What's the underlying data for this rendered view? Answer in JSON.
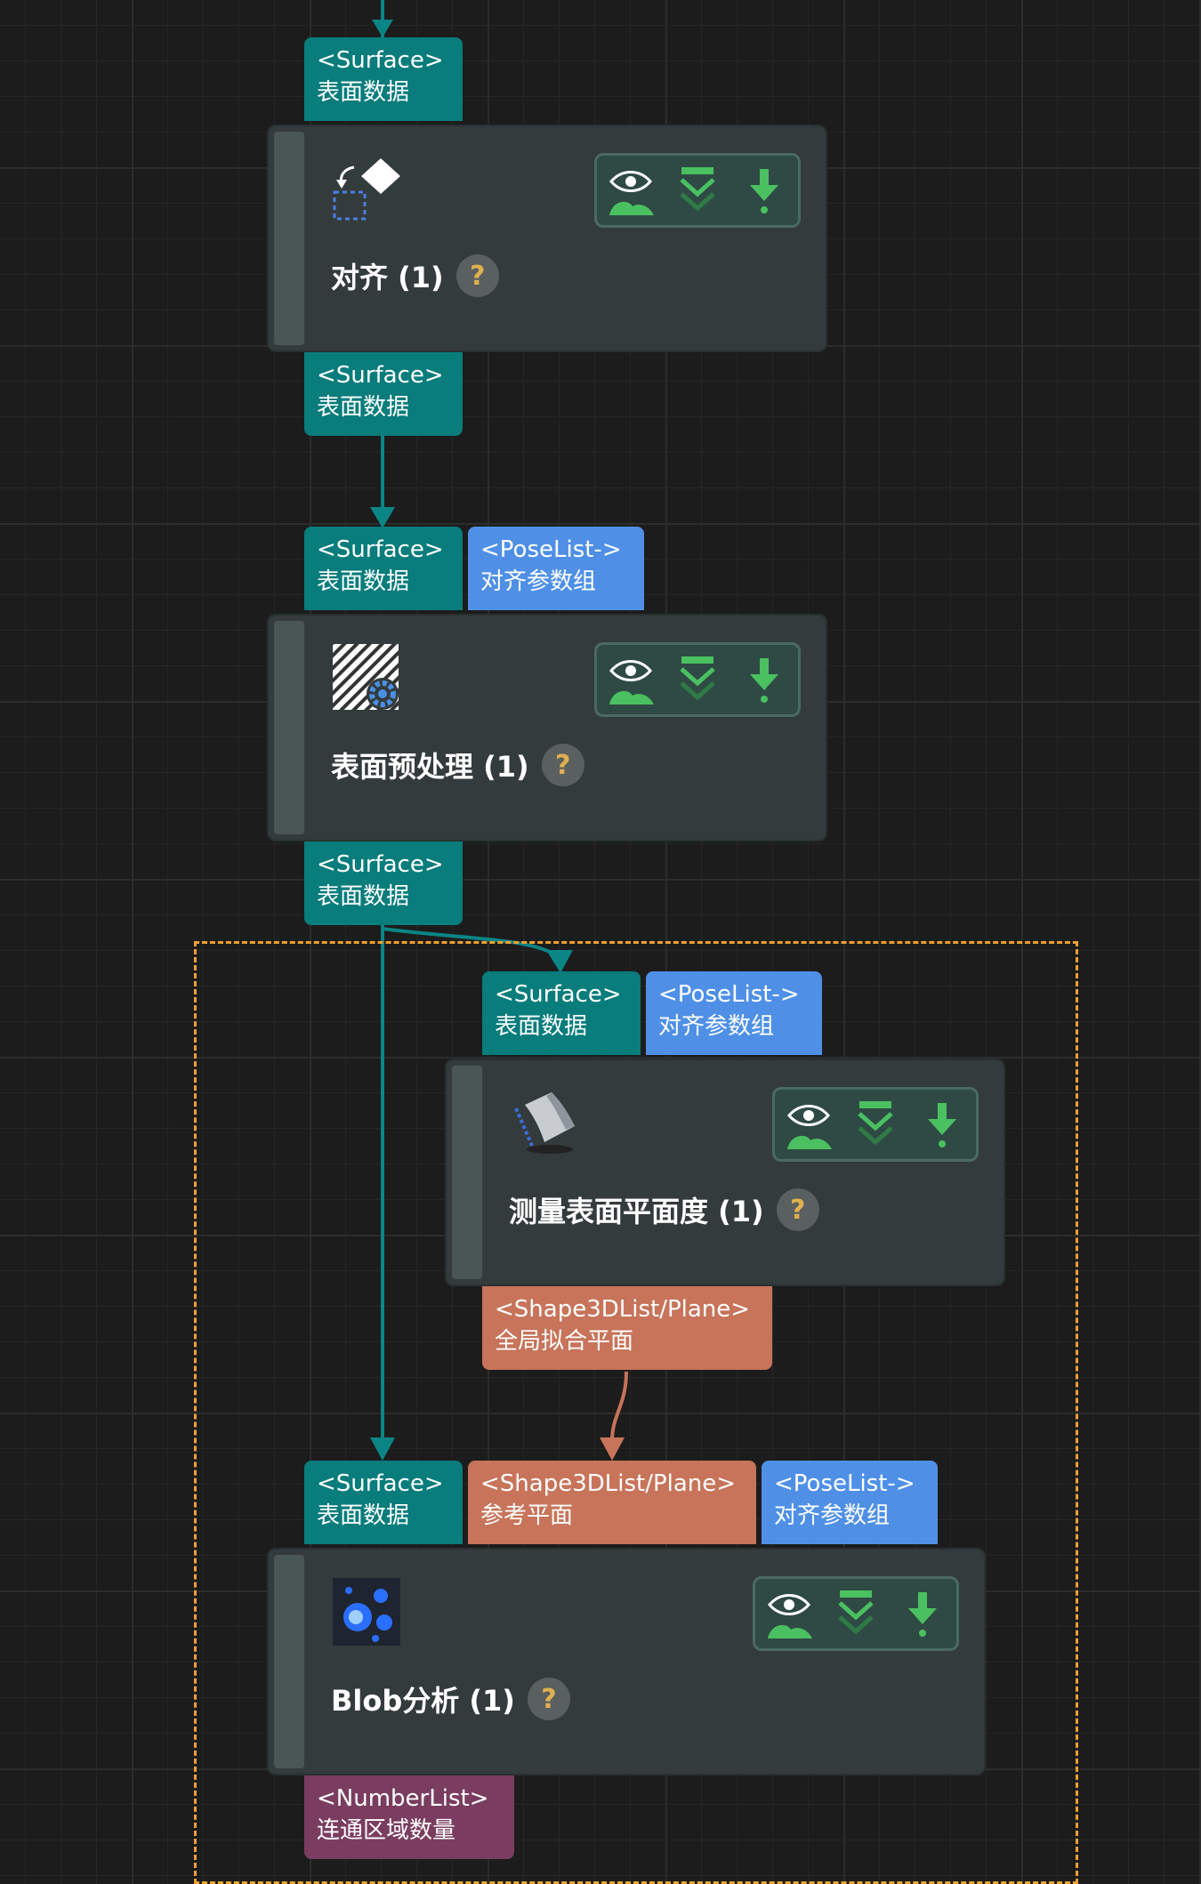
{
  "colors": {
    "surface": "#097c7c",
    "poselist": "#4f90e6",
    "plane": "#c7745a",
    "numberlist": "#7a3d60",
    "group_border": "#f0a030",
    "node_bg": "#343b3c"
  },
  "ports": {
    "align_in": {
      "type": "<Surface>",
      "label": "表面数据"
    },
    "align_out": {
      "type": "<Surface>",
      "label": "表面数据"
    },
    "pre_in_surface": {
      "type": "<Surface>",
      "label": "表面数据"
    },
    "pre_in_pose": {
      "type": "<PoseList->",
      "label": "对齐参数组"
    },
    "pre_out": {
      "type": "<Surface>",
      "label": "表面数据"
    },
    "flat_in_surface": {
      "type": "<Surface>",
      "label": "表面数据"
    },
    "flat_in_pose": {
      "type": "<PoseList->",
      "label": "对齐参数组"
    },
    "flat_out_plane": {
      "type": "<Shape3DList/Plane>",
      "label": "全局拟合平面"
    },
    "blob_in_surface": {
      "type": "<Surface>",
      "label": "表面数据"
    },
    "blob_in_plane": {
      "type": "<Shape3DList/Plane>",
      "label": "参考平面"
    },
    "blob_in_pose": {
      "type": "<PoseList->",
      "label": "对齐参数组"
    },
    "blob_out_count": {
      "type": "<NumberList>",
      "label": "连通区域数量"
    }
  },
  "nodes": {
    "align": {
      "title": "对齐 (1)",
      "icon": "align-icon"
    },
    "preprocess": {
      "title": "表面预处理 (1)",
      "icon": "surface-preprocess-icon"
    },
    "flatness": {
      "title": "测量表面平面度 (1)",
      "icon": "flatness-icon"
    },
    "blob": {
      "title": "Blob分析 (1)",
      "icon": "blob-icon"
    }
  },
  "help_symbol": "?",
  "toolbar_icons": [
    "visualize-eye-icon",
    "collapse-chevron-icon",
    "download-arrow-icon"
  ]
}
